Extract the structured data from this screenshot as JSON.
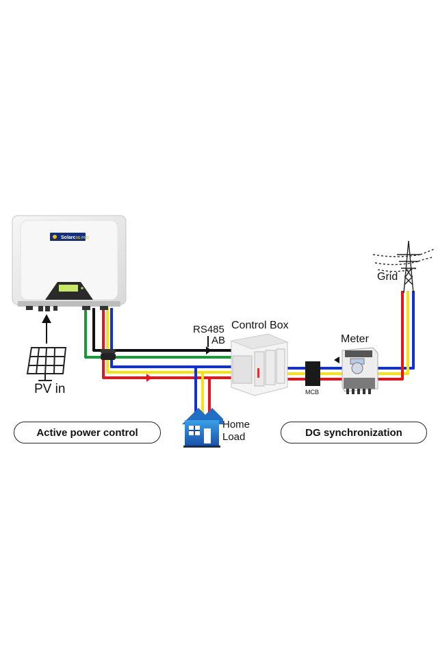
{
  "inverter": {
    "brand": "Solarc",
    "model_badge": "5G PRO"
  },
  "labels": {
    "pv_in": "PV in",
    "rs485_line1": "RS485",
    "rs485_line2": "AB",
    "control_box": "Control Box",
    "meter": "Meter",
    "grid": "Grid",
    "mcb": "MCB",
    "home_load_line1": "Home",
    "home_load_line2": "Load"
  },
  "buttons": {
    "active_power_control": "Active power control",
    "dg_synchronization": "DG synchronization"
  },
  "colors": {
    "wire_red": "#e8141c",
    "wire_yellow": "#f7e21a",
    "wire_blue": "#1230d8",
    "wire_green": "#179a35",
    "wire_black": "#111111",
    "inverter_body": "#ececec",
    "house_blue": "#1f6fc4"
  }
}
